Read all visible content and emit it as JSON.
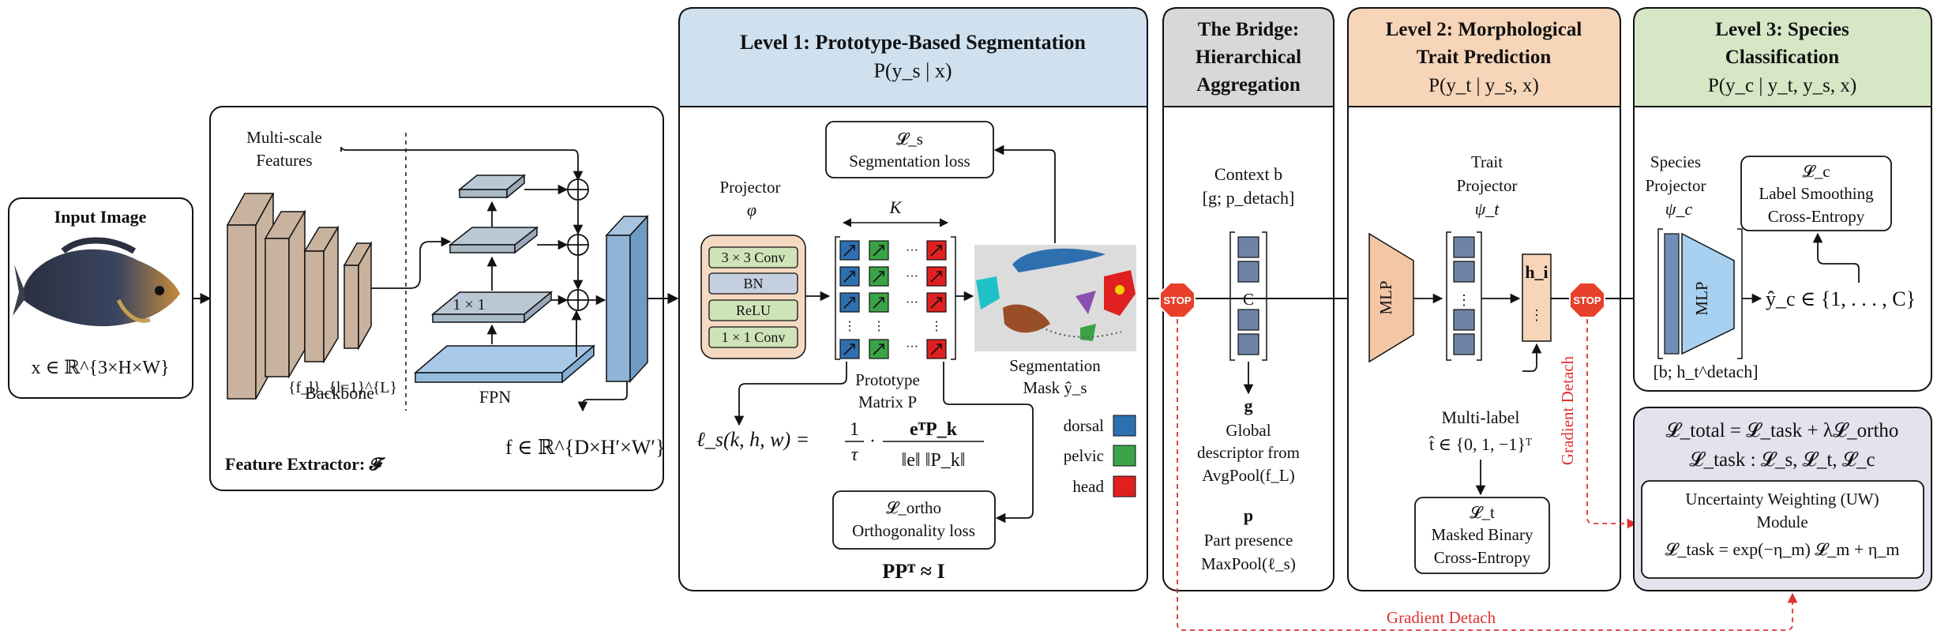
{
  "input": {
    "title": "Input Image",
    "formula": "x ∈ ℝ^{3×H×W}"
  },
  "extractor": {
    "multiscale_line1": "Multi-scale",
    "multiscale_line2": "Features",
    "backbone": "Backbone",
    "fl": "{f_l}_{l=1}^{L}",
    "fpn": "FPN",
    "one_by_one": "1 × 1",
    "label": "Feature Extractor: 𝓕",
    "output": "f ∈ ℝ^{D×H′×W′}"
  },
  "level1": {
    "title": "Level 1: Prototype-Based Segmentation",
    "prob": "P(y_s | x)",
    "projector": "Projector",
    "phi": "φ",
    "layers": [
      "3 × 3 Conv",
      "BN",
      "ReLU",
      "1 × 1 Conv"
    ],
    "k": "K",
    "seg_loss_symbol": "𝓛_s",
    "seg_loss": "Segmentation loss",
    "proto_line1": "Prototype",
    "proto_line2": "Matrix P",
    "mask_line1": "Segmentation",
    "mask_line2": "Mask ŷ_s",
    "legend": [
      {
        "label": "dorsal",
        "color": "#2e6fb0"
      },
      {
        "label": "pelvic",
        "color": "#3aa346"
      },
      {
        "label": "head",
        "color": "#e02020"
      }
    ],
    "formula_lhs": "ℓ_s(k, h, w) =",
    "formula_num": "eᵀP_k",
    "formula_den": "‖e‖ ‖P_k‖",
    "formula_tau": "1",
    "formula_tau_den": "τ",
    "ortho_symbol": "𝓛_ortho",
    "ortho_loss": "Orthogonality loss",
    "ppt": "PPᵀ ≈ I"
  },
  "bridge": {
    "title_lines": [
      "The Bridge:",
      "Hierarchical",
      "Aggregation"
    ],
    "context": "Context b",
    "context_vec": "[g; p_detach]",
    "c": "C",
    "g": "g",
    "global_lines": [
      "Global",
      "descriptor from",
      "AvgPool(f_L)"
    ],
    "p": "p",
    "part_lines": [
      "Part presence",
      "MaxPool(ℓ_s)"
    ],
    "stop": "STOP"
  },
  "level2": {
    "title_lines": [
      "Level 2: Morphological",
      "Trait Prediction"
    ],
    "prob": "P(y_t | y_s, x)",
    "trait_lines": [
      "Trait",
      "Projector",
      "ψ_t"
    ],
    "mlp": "MLP",
    "h_i": "h_i",
    "multilabel": "Multi-label",
    "t_hat": "t̂ ∈ {0, 1, −1}ᵀ",
    "lt_symbol": "𝓛_t",
    "lt_lines": [
      "Masked Binary",
      "Cross-Entropy"
    ],
    "gradient_detach": "Gradient Detach",
    "stop": "STOP"
  },
  "level3": {
    "title_lines": [
      "Level 3: Species",
      "Classification"
    ],
    "prob": "P(y_c | y_t, y_s, x)",
    "species_lines": [
      "Species",
      "Projector",
      "ψ_c"
    ],
    "mlp": "MLP",
    "lc_symbol": "𝓛_c",
    "lc_lines": [
      "Label Smoothing",
      "Cross-Entropy"
    ],
    "output": "ŷ_c ∈ {1, . . . , C}",
    "concat": "[b; h_t^detach]"
  },
  "losses": {
    "total": "𝓛_total = 𝓛_task + λ𝓛_ortho",
    "task": "𝓛_task : 𝓛_s, 𝓛_t, 𝓛_c",
    "uw_lines": [
      "Uncertainty Weighting (UW)",
      "Module"
    ],
    "uw_formula": "𝓛_task = exp(−η_m) 𝓛_m + η_m"
  },
  "bottom": {
    "gradient_detach": "Gradient Detach"
  }
}
